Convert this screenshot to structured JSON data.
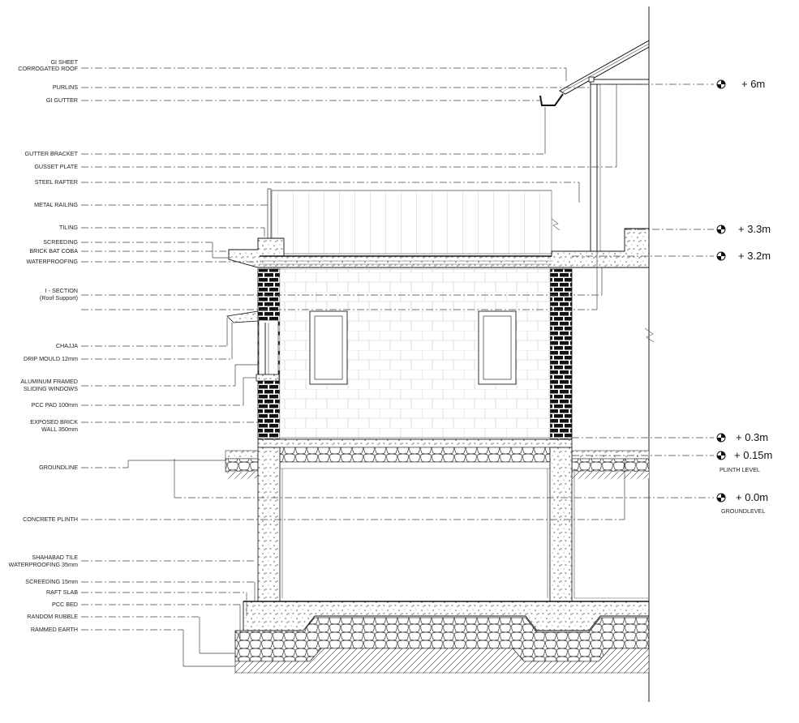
{
  "labels": [
    {
      "id": "gi-sheet",
      "lines": [
        "GI SHEET",
        "CORROGATED ROOF"
      ]
    },
    {
      "id": "purlins",
      "lines": [
        "PURLINS"
      ]
    },
    {
      "id": "gi-gutter",
      "lines": [
        "GI GUTTER"
      ]
    },
    {
      "id": "gutter-bracket",
      "lines": [
        "GUTTER BRACKET"
      ]
    },
    {
      "id": "gusset-plate",
      "lines": [
        "GUSSET PLATE"
      ]
    },
    {
      "id": "steel-rafter",
      "lines": [
        "STEEL RAFTER"
      ]
    },
    {
      "id": "metal-railing",
      "lines": [
        "METAL RAILING"
      ]
    },
    {
      "id": "tiling",
      "lines": [
        "TILING"
      ]
    },
    {
      "id": "screeding",
      "lines": [
        "SCREEDING"
      ]
    },
    {
      "id": "brick-bat-coba",
      "lines": [
        "BRICK BAT COBA"
      ]
    },
    {
      "id": "waterproofing",
      "lines": [
        "WATERPROOFING"
      ]
    },
    {
      "id": "i-section",
      "lines": [
        "I - SECTION",
        "(Roof Support)"
      ]
    },
    {
      "id": "chajja",
      "lines": [
        "CHAJJA"
      ]
    },
    {
      "id": "drip-mould",
      "lines": [
        "DRIP MOULD 12mm"
      ]
    },
    {
      "id": "aluminum-windows",
      "lines": [
        "ALUMINUM FRAMED",
        "SLIDING WINDOWS"
      ]
    },
    {
      "id": "pcc-pad",
      "lines": [
        "PCC PAD 100mm"
      ]
    },
    {
      "id": "exposed-brick",
      "lines": [
        "EXPOSED BRICK",
        "WALL 350mm"
      ]
    },
    {
      "id": "groundline",
      "lines": [
        "GROUNDLINE"
      ]
    },
    {
      "id": "concrete-plinth",
      "lines": [
        "CONCRETE PLINTH"
      ]
    },
    {
      "id": "shahabad-tile",
      "lines": [
        "SHAHABAD TILE",
        "WATERPROOFING 35mm"
      ]
    },
    {
      "id": "screeding-15",
      "lines": [
        "SCREEDING 15mm"
      ]
    },
    {
      "id": "raft-slab",
      "lines": [
        "RAFT SLAB"
      ]
    },
    {
      "id": "pcc-bed",
      "lines": [
        "PCC BED"
      ]
    },
    {
      "id": "random-rubble",
      "lines": [
        "RANDOM RUBBLE"
      ]
    },
    {
      "id": "rammed-earth",
      "lines": [
        "RAMMED EARTH"
      ]
    }
  ],
  "levels": [
    {
      "id": "level-6m",
      "value": "+ 6m",
      "sub": ""
    },
    {
      "id": "level-3-3m",
      "value": "+ 3.3m",
      "sub": ""
    },
    {
      "id": "level-3-2m",
      "value": "+ 3.2m",
      "sub": ""
    },
    {
      "id": "level-0-3m",
      "value": "+ 0.3m",
      "sub": ""
    },
    {
      "id": "level-0-15m",
      "value": "+ 0.15m",
      "sub": "PLINTH LEVEL"
    },
    {
      "id": "level-0-0m",
      "value": "+ 0.0m",
      "sub": "GROUNDLEVEL"
    }
  ],
  "colors": {
    "ink": "#222222",
    "background": "#ffffff",
    "hatch": "#555555"
  },
  "icons": {
    "level_marker": "level-datum-icon"
  }
}
